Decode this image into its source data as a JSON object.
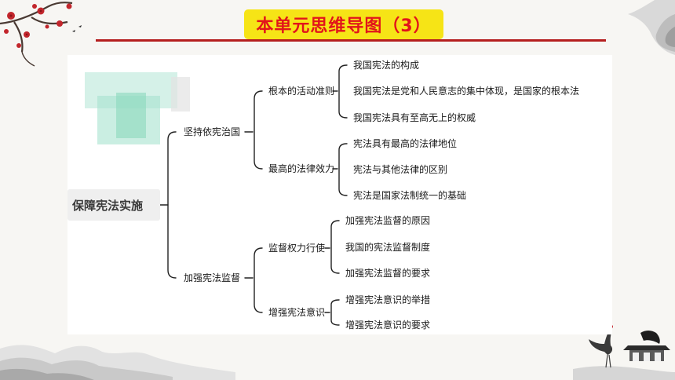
{
  "slide": {
    "title": "本单元思维导图（3）"
  },
  "mindmap": {
    "root": "保障宪法实施",
    "branches": [
      {
        "label": "坚持依宪治国",
        "children": [
          {
            "label": "根本的活动准则",
            "leaves": [
              "我国宪法的构成",
              "我国宪法是党和人民意志的集中体现，是国家的根本法",
              "我国宪法具有至高无上的权威"
            ]
          },
          {
            "label": "最高的法律效力",
            "leaves": [
              "宪法具有最高的法律地位",
              "宪法与其他法律的区别",
              "宪法是国家法制统一的基础"
            ]
          }
        ]
      },
      {
        "label": "加强宪法监督",
        "children": [
          {
            "label": "监督权力行使",
            "leaves": [
              "加强宪法监督的原因",
              "我国的宪法监督制度",
              "加强宪法监督的要求"
            ]
          },
          {
            "label": "增强宪法意识",
            "leaves": [
              "增强宪法意识的举措",
              "增强宪法意识的要求"
            ]
          }
        ]
      }
    ]
  },
  "colors": {
    "title_bg": "#f6e416",
    "title_text": "#e2141b",
    "rule": "#b51f1f",
    "connector": "#222222"
  }
}
